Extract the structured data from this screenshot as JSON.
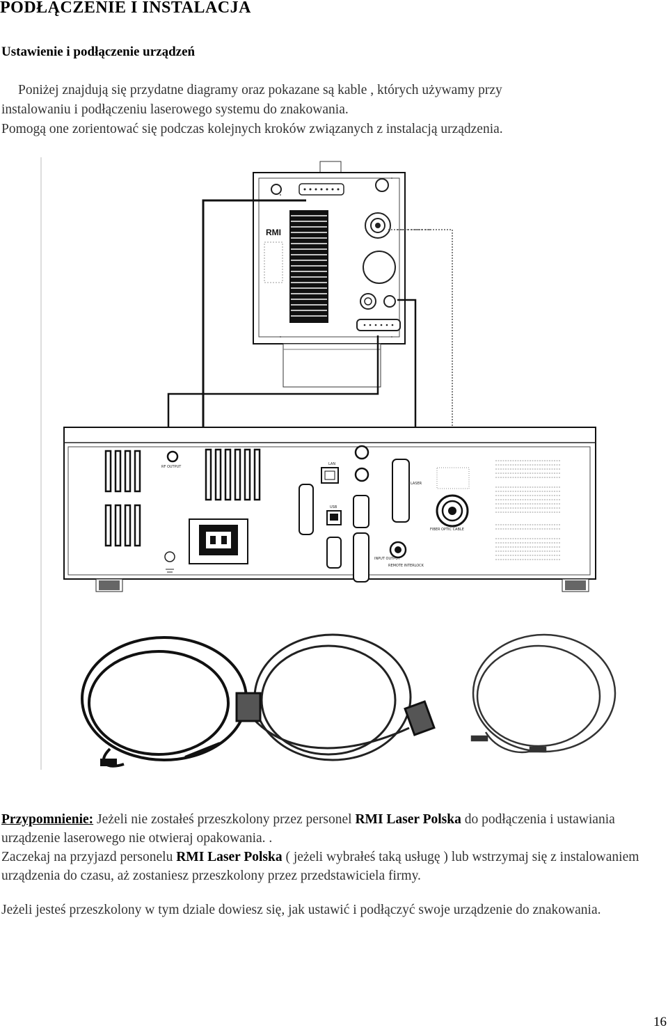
{
  "heading": "PODŁĄCZENIE  I  INSTALACJA",
  "section_title": "Ustawienie i podłączenie urządzeń",
  "intro": {
    "line1": "Poniżej znajdują się przydatne diagramy oraz pokazane są kable , których używamy przy",
    "line2": "instalowaniu i podłączeniu laserowego systemu do znakowania.",
    "line3": "Pomogą one zorientować się podczas kolejnych kroków związanych z instalacją urządzenia."
  },
  "figure": {
    "head_logo": "RMI",
    "port_labels": {
      "rf_output": "RF OUTPUT",
      "lan": "LAN",
      "usb": "USB",
      "laser": "LASER",
      "fiber_optic_cable": "FIBER OPTIC CABLE",
      "input_output": "INPUT OUTPUT",
      "remote_interlock": "REMOTE INTERLOCK"
    }
  },
  "reminder": {
    "label": "Przypomnienie:",
    "p1_a": " Jeżeli nie zostałeś przeszkolony przez personel ",
    "company1": "RMI Laser Polska",
    "p1_b": " do podłączenia i ustawiania urządzenie laserowego nie otwieraj opakowania. .",
    "p2_a": "Zaczekaj na przyjazd personelu ",
    "company2": "RMI Laser Polska",
    "p2_b": " ( jeżeli wybrałeś taką usługę ) lub wstrzymaj się z instalowaniem urządzenia do czasu, aż zostaniesz przeszkolony przez przedstawiciela firmy.",
    "p3": "Jeżeli jesteś przeszkolony w tym dziale dowiesz się, jak ustawić i podłączyć swoje urządzenie do znakowania."
  },
  "page_number": "16"
}
